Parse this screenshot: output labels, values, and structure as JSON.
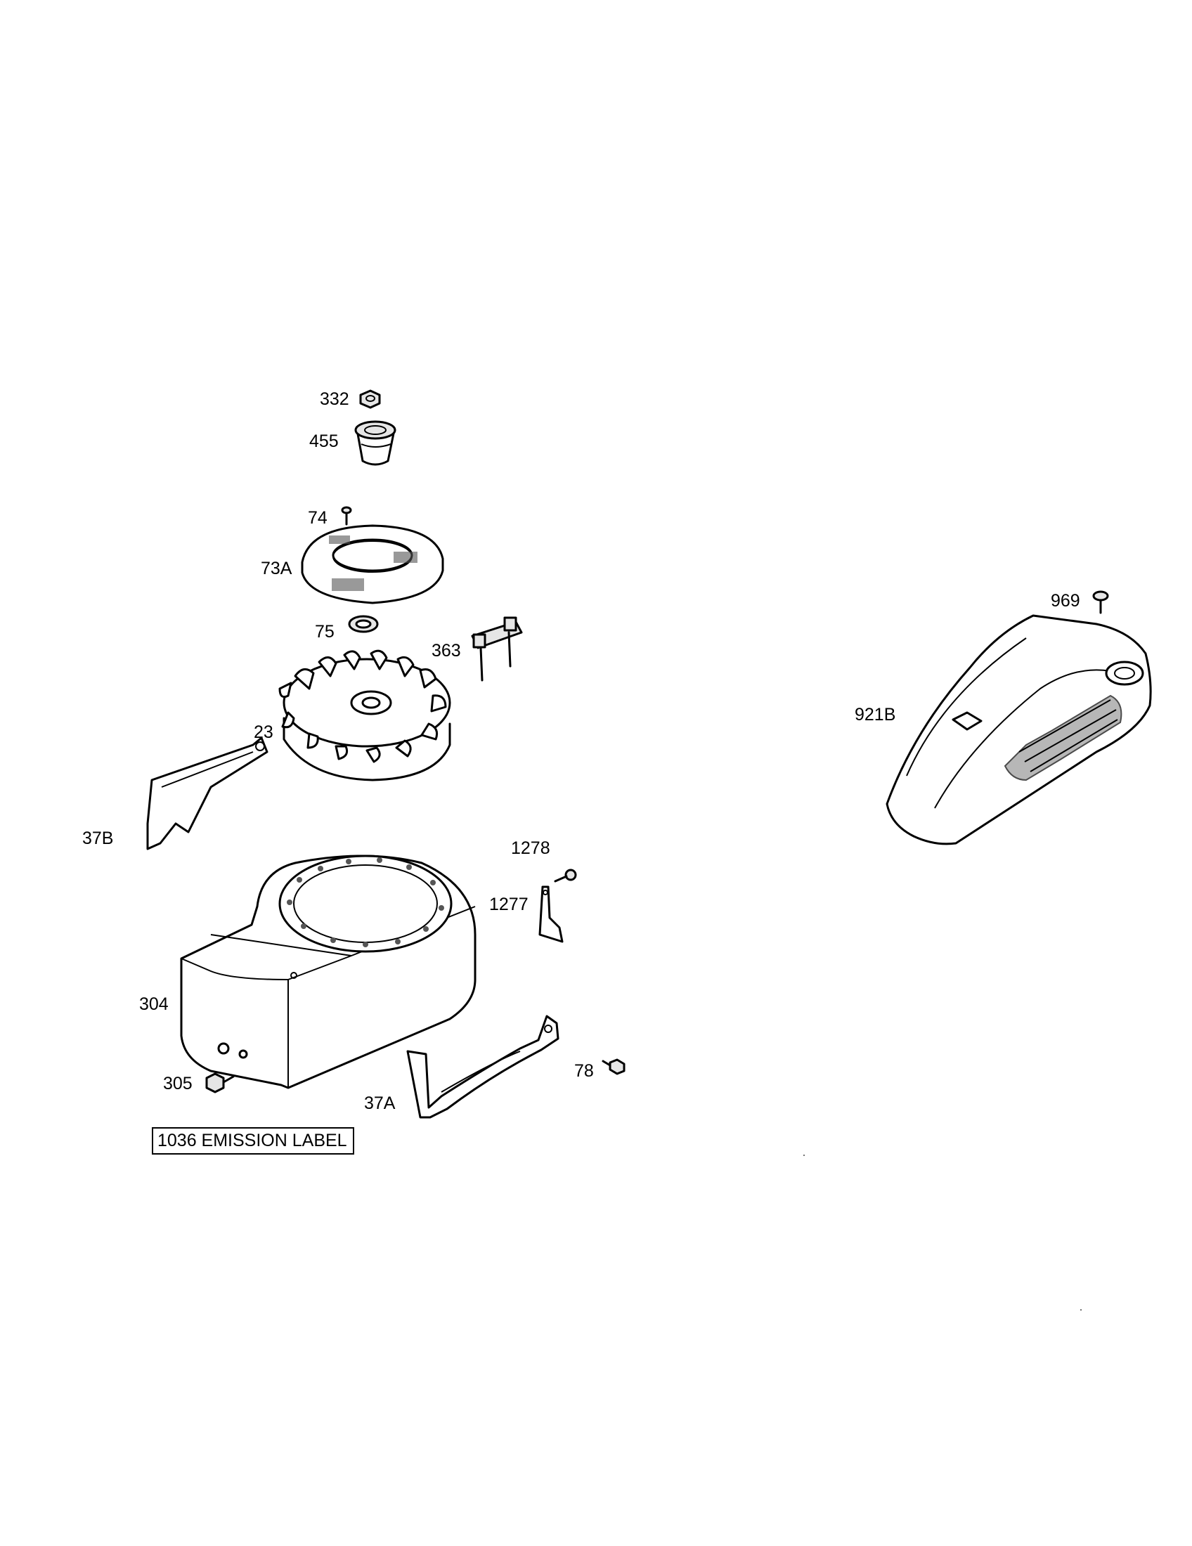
{
  "parts": [
    {
      "id": "p332",
      "label": "332"
    },
    {
      "id": "p455",
      "label": "455"
    },
    {
      "id": "p74",
      "label": "74"
    },
    {
      "id": "p73a",
      "label": "73A"
    },
    {
      "id": "p75",
      "label": "75"
    },
    {
      "id": "p363",
      "label": "363"
    },
    {
      "id": "p23",
      "label": "23"
    },
    {
      "id": "p37b",
      "label": "37B"
    },
    {
      "id": "p1278",
      "label": "1278"
    },
    {
      "id": "p1277",
      "label": "1277"
    },
    {
      "id": "p304",
      "label": "304"
    },
    {
      "id": "p305",
      "label": "305"
    },
    {
      "id": "p37a",
      "label": "37A"
    },
    {
      "id": "p78",
      "label": "78"
    },
    {
      "id": "p969",
      "label": "969"
    },
    {
      "id": "p921b",
      "label": "921B"
    }
  ],
  "note": {
    "text": "1036 EMISSION LABEL"
  }
}
